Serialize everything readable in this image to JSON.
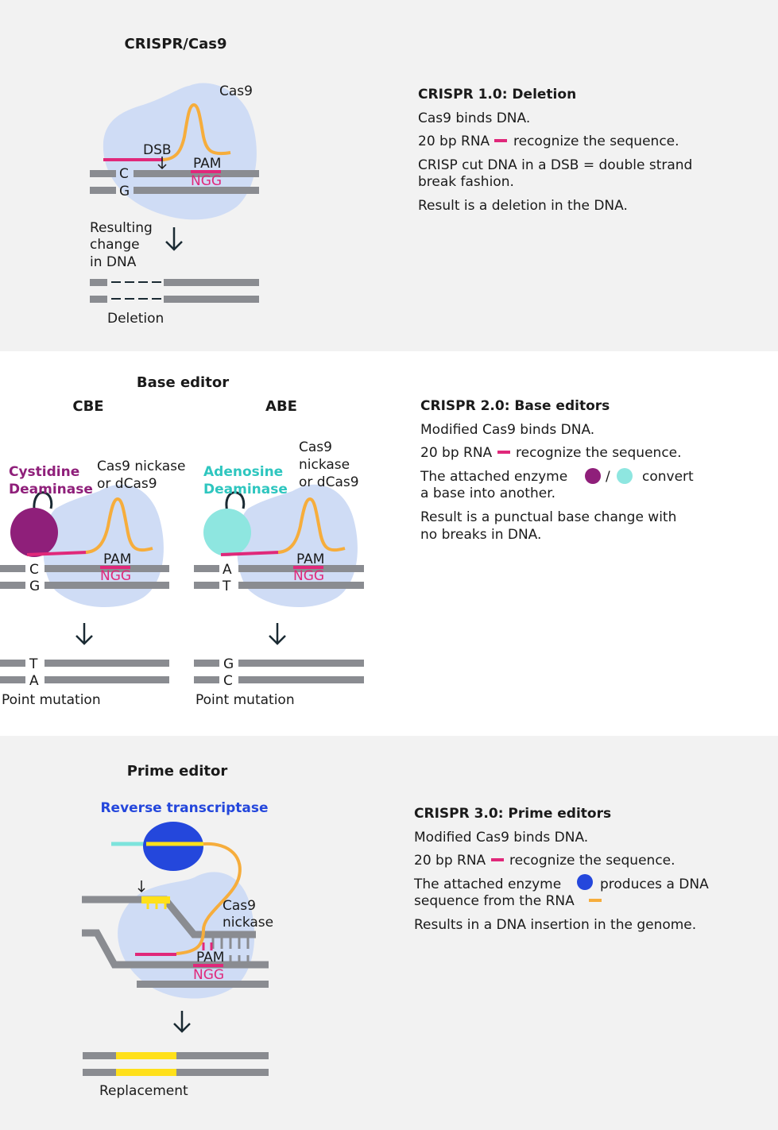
{
  "colors": {
    "panel_bg": "#f2f2f2",
    "cas9_blob": "#cfdcf5",
    "dna": "#8a8c91",
    "rna_guide": "#e0287a",
    "cas9_loop": "#f6ad3c",
    "cytidine": "#8f1f7a",
    "adenosine": "#8ee6e0",
    "rt_enzyme": "#2447dc",
    "edit_yellow": "#ffe01a",
    "teal_rna": "#7de3dc"
  },
  "s1": {
    "title": "CRISPR/Cas9",
    "cas9": "Cas9",
    "dsb": "DSB",
    "pam": "PAM",
    "ngg": "NGG",
    "base_top": "C",
    "base_bottom": "G",
    "result1": "Resulting",
    "result2": "change",
    "result3": "in DNA",
    "deletion": "Deletion",
    "desc": {
      "title": "CRISPR 1.0: Deletion",
      "l1": "Cas9 binds DNA.",
      "l2a": "20 bp RNA",
      "l2b": "recognize the sequence.",
      "l3a": "CRISP cut DNA in a DSB = double strand",
      "l3b": "break fashion.",
      "l4": "Result is a deletion in the DNA."
    }
  },
  "s2": {
    "title": "Base editor",
    "cbe": "CBE",
    "abe": "ABE",
    "cyt1": "Cystidine",
    "cyt2": "Deaminase",
    "ade1": "Adenosine",
    "ade2": "Deaminase",
    "cbe_cas1": "Cas9 nickase",
    "cbe_cas2": "or dCas9",
    "abe_cas1": "Cas9",
    "abe_cas2": "nickase",
    "abe_cas3": "or dCas9",
    "pam": "PAM",
    "ngg": "NGG",
    "cbe_top": "C",
    "cbe_bottom": "G",
    "abe_top": "A",
    "abe_bottom": "T",
    "cbe_res_top": "T",
    "cbe_res_bottom": "A",
    "abe_res_top": "G",
    "abe_res_bottom": "C",
    "point_mutation": "Point mutation",
    "desc": {
      "title": "CRISPR 2.0: Base editors",
      "l1": "Modified Cas9 binds DNA.",
      "l2a": "20 bp RNA",
      "l2b": "recognize the sequence.",
      "l3a": "The attached enzyme",
      "l3slash": "/",
      "l3b": "convert",
      "l3c": "a base into another.",
      "l4a": "Result is a punctual base change with",
      "l4b": "no breaks in DNA."
    }
  },
  "s3": {
    "title": "Prime editor",
    "rt": "Reverse transcriptase",
    "cas1": "Cas9",
    "cas2": "nickase",
    "pam": "PAM",
    "ngg": "NGG",
    "replacement": "Replacement",
    "desc": {
      "title": "CRISPR 3.0: Prime editors",
      "l1": "Modified Cas9 binds DNA.",
      "l2a": "20 bp RNA",
      "l2b": "recognize the sequence.",
      "l3a": "The attached enzyme",
      "l3b": "produces a DNA",
      "l3c": "sequence from the RNA",
      "l4": "Results in a DNA insertion in the genome."
    }
  }
}
